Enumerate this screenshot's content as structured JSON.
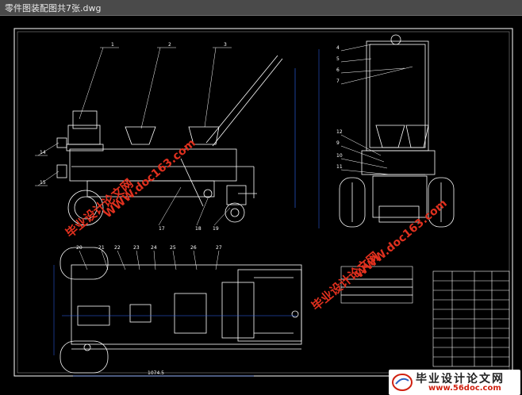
{
  "window": {
    "title": "零件图装配图共7张.dwg"
  },
  "drawing": {
    "front_view_labels": [
      "1",
      "2",
      "3",
      "14",
      "15",
      "17",
      "18",
      "19"
    ],
    "side_view_labels": [
      "4",
      "5",
      "6",
      "7",
      "12",
      "9",
      "10",
      "11"
    ],
    "plan_view_labels": [
      "20",
      "21",
      "22",
      "23",
      "24",
      "25",
      "26",
      "27"
    ],
    "dim_label": "1074.5"
  },
  "watermarks": {
    "cn": "毕业设计论文网",
    "url": "WWW.doc163.com"
  },
  "logo": {
    "text": "毕业设计论文网",
    "url": "www.56doc.com"
  },
  "colors": {
    "frame": "#ffffff",
    "dim_blue": "#2f6bff",
    "watermark": "#e0301e",
    "titlebar": "#4a4a4a"
  }
}
